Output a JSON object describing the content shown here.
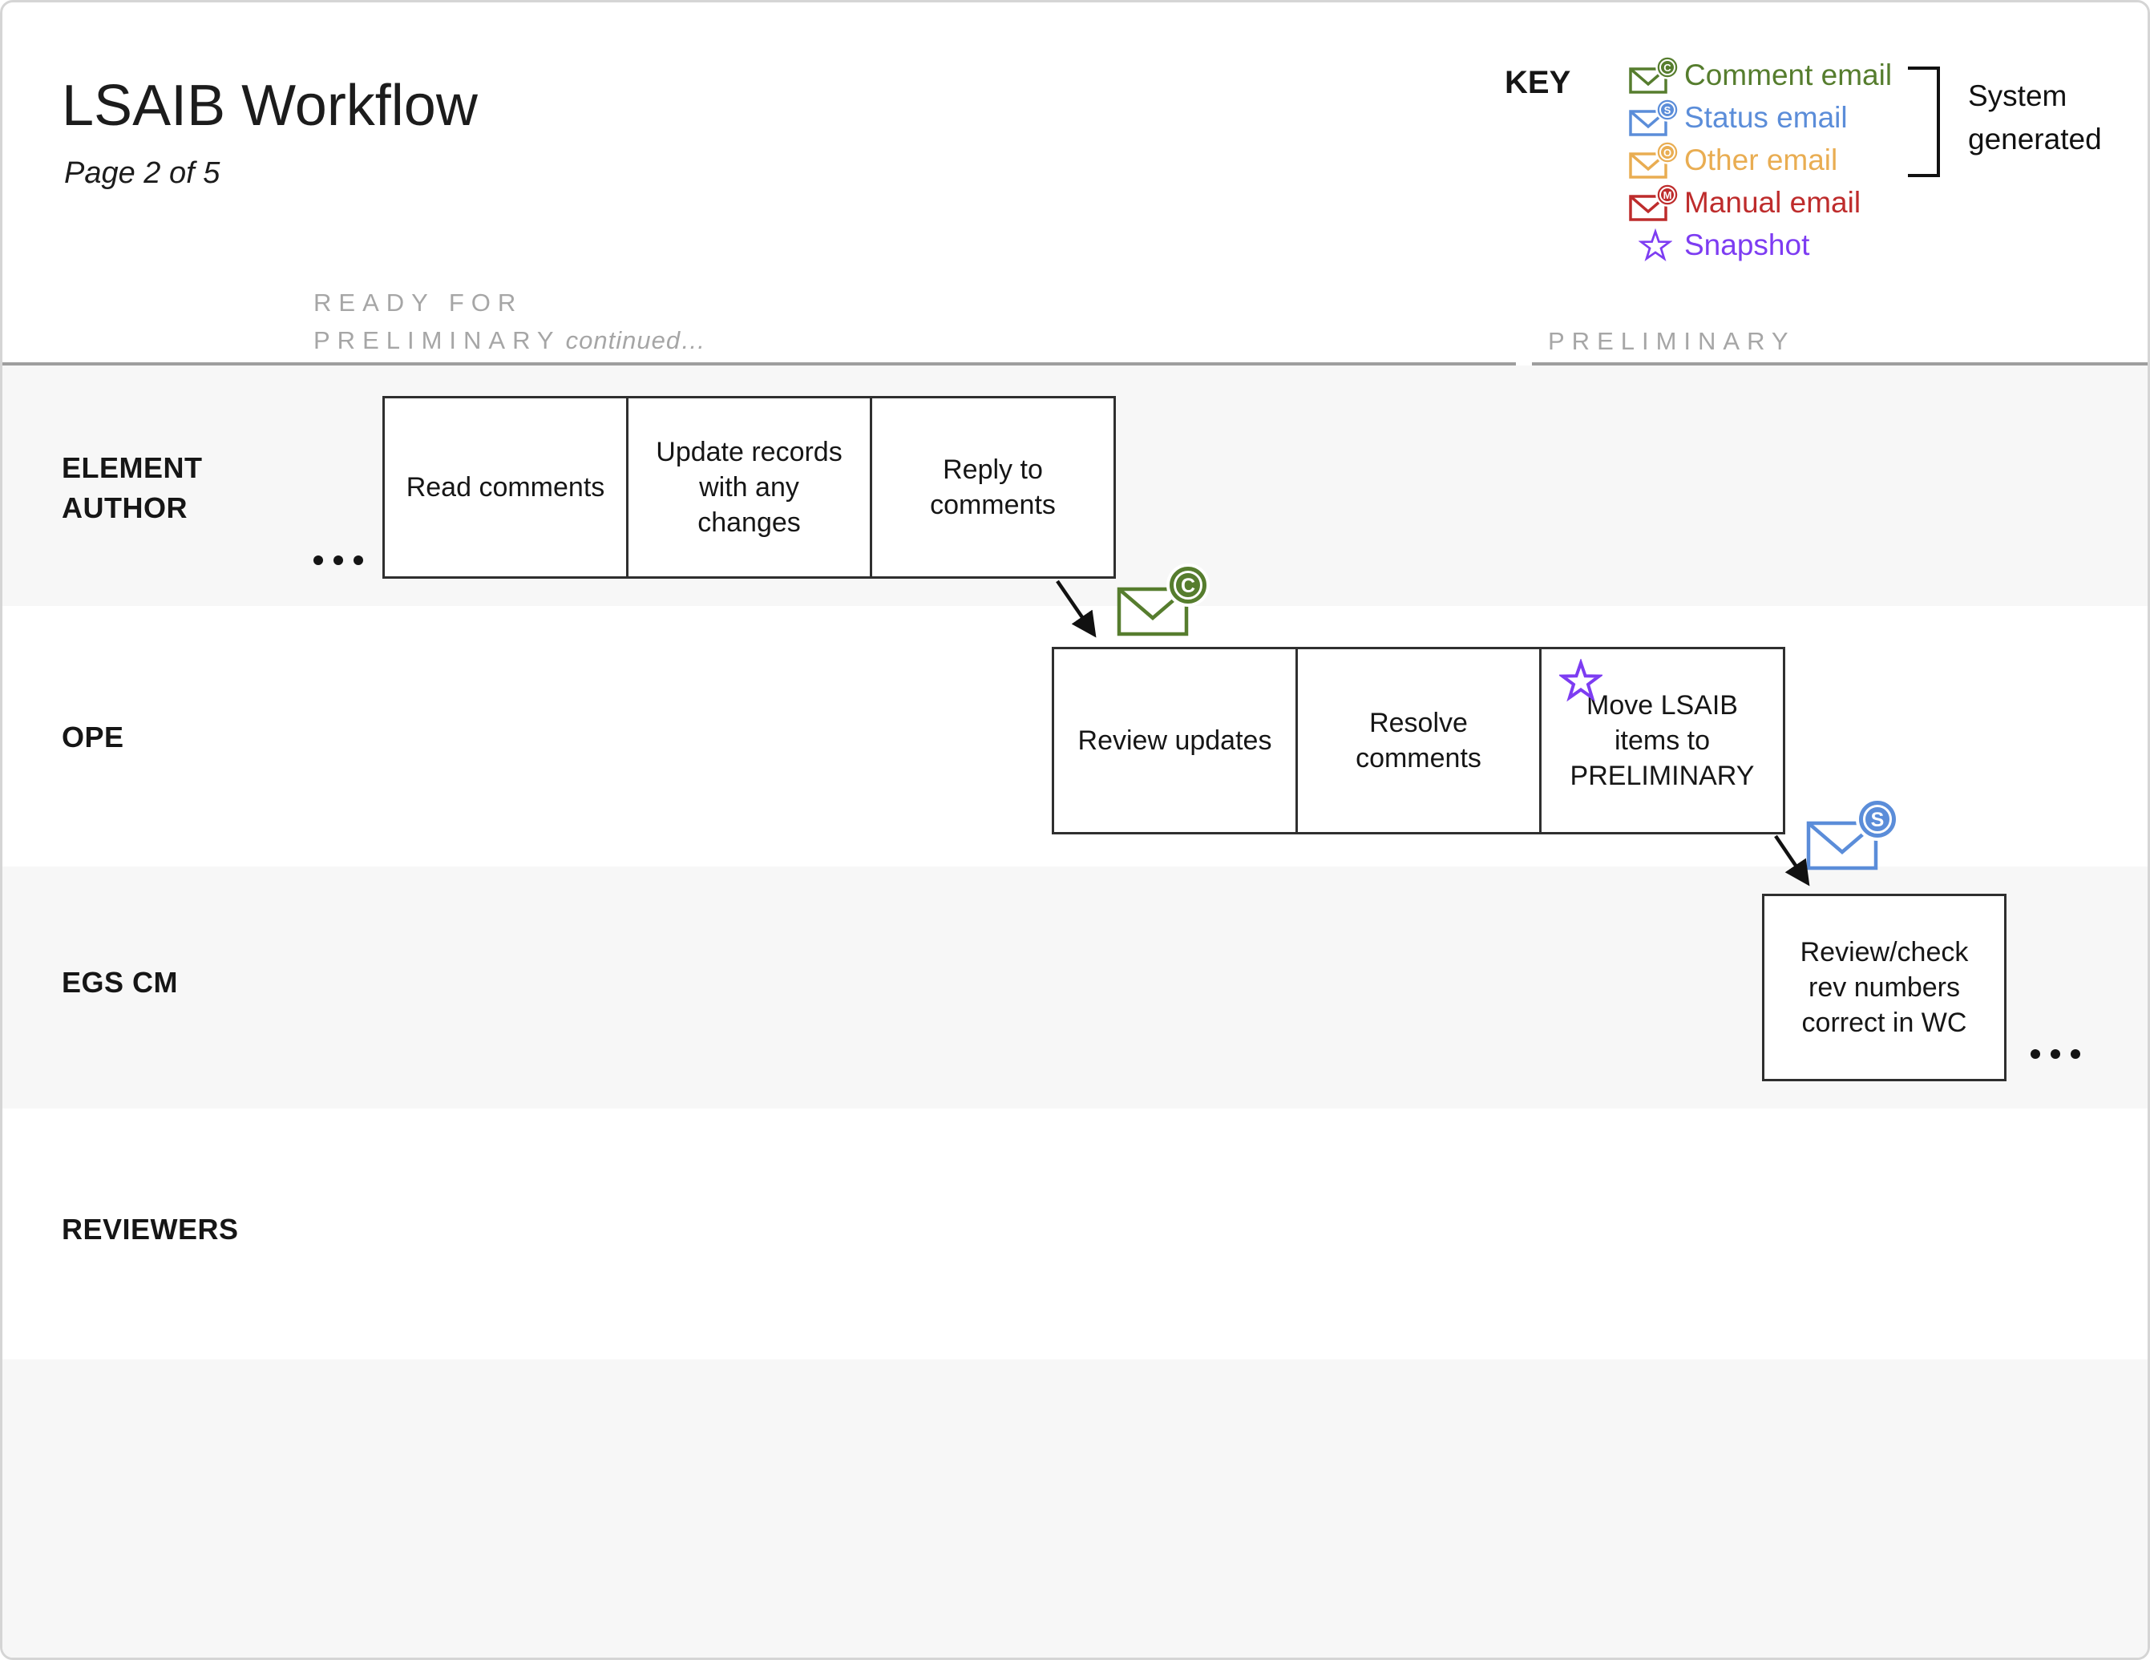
{
  "page": {
    "title": "LSAIB Workflow",
    "page_indicator": "Page 2 of 5"
  },
  "key": {
    "title": "KEY",
    "items": [
      {
        "name": "comment-email",
        "label": "Comment email",
        "badge_letter": "C",
        "color": "#567d2e"
      },
      {
        "name": "status-email",
        "label": "Status email",
        "badge_letter": "S",
        "color": "#5b8dd9"
      },
      {
        "name": "other-email",
        "label": "Other email",
        "badge_letter": "O",
        "color": "#e9ad52"
      },
      {
        "name": "manual-email",
        "label": "Manual email",
        "badge_letter": "M",
        "color": "#be2c2c"
      },
      {
        "name": "snapshot",
        "label": "Snapshot",
        "color": "#7d3cf2"
      }
    ],
    "bracket_label": "System generated"
  },
  "phases": {
    "left": {
      "line1": "READY FOR",
      "line2": "PRELIMINARY",
      "suffix": "continued…"
    },
    "right": {
      "label": "PRELIMINARY"
    }
  },
  "lanes": [
    {
      "label": "ELEMENT AUTHOR"
    },
    {
      "label": "OPE"
    },
    {
      "label": "EGS CM"
    },
    {
      "label": "REVIEWERS"
    }
  ],
  "steps": {
    "element_author": [
      "Read comments",
      "Update records with any changes",
      "Reply to comments"
    ],
    "ope": [
      "Review updates",
      "Resolve comments",
      "Move LSAIB items to PRELIMINARY"
    ],
    "egs_cm": [
      "Review/check rev numbers correct in WC"
    ]
  },
  "connectors": [
    {
      "from": "Reply to comments",
      "to": "Review updates",
      "email_type": "Comment email",
      "badge_letter": "C",
      "color": "#567d2e"
    },
    {
      "from": "Move LSAIB items to PRELIMINARY",
      "to": "Review/check rev numbers correct in WC",
      "email_type": "Status email",
      "badge_letter": "S",
      "color": "#5b8dd9"
    }
  ],
  "markers": {
    "snapshot_on_step": "Move LSAIB items to PRELIMINARY",
    "continuation": "…"
  }
}
